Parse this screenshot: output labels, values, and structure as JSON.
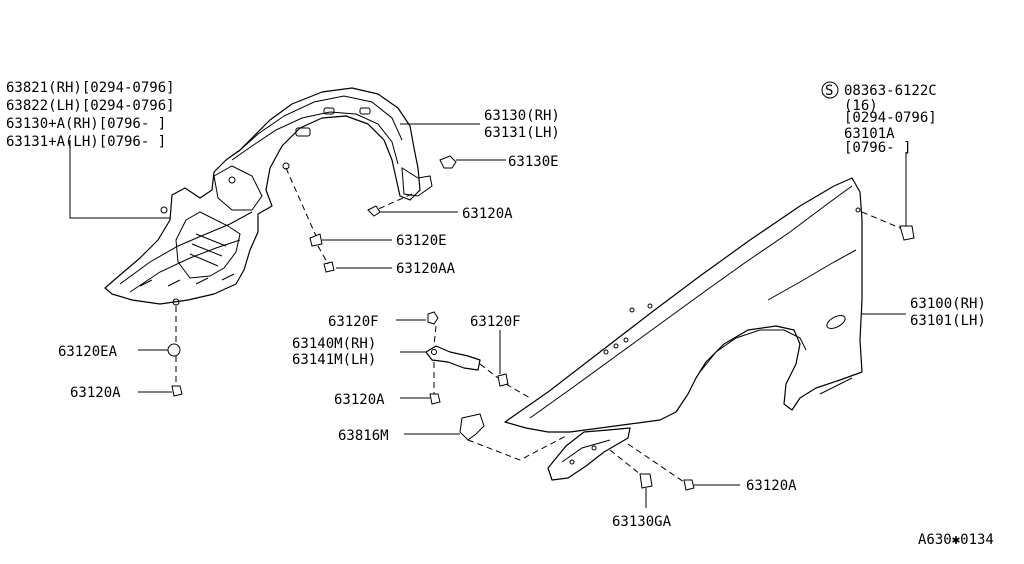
{
  "labels": {
    "liner_a": "63821(RH)[0294-0796]",
    "liner_b": "63822(LH)[0294-0796]",
    "liner_c": "63130+A(RH)[0796-     ]",
    "liner_d": "63131+A(LH)[0796-     ]",
    "p63130_rh": "63130(RH)",
    "p63131_lh": "63131(LH)",
    "p63130e": "63130E",
    "p63120a_top": "63120A",
    "p63120e": "63120E",
    "p63120aa": "63120AA",
    "p63120ea": "63120EA",
    "p63120a_left": "63120A",
    "p63120f_left": "63120F",
    "p63120f_right": "63120F",
    "p63140m": "63140M(RH)",
    "p63141m": "63141M(LH)",
    "p63120a_mid": "63120A",
    "p63816m": "63816M",
    "p63130ga": "63130GA",
    "p63120a_bottom": "63120A",
    "screw_symbol": "S",
    "screw_part": "08363-6122C",
    "screw_qty": "(16)",
    "screw_range": "[0294-0796]",
    "p63101a": "63101A",
    "p63101a_range": "[0796-     ]",
    "p63100_rh": "63100(RH)",
    "p63101_lh": "63101(LH)",
    "diagram_code": "A630✱0134"
  }
}
